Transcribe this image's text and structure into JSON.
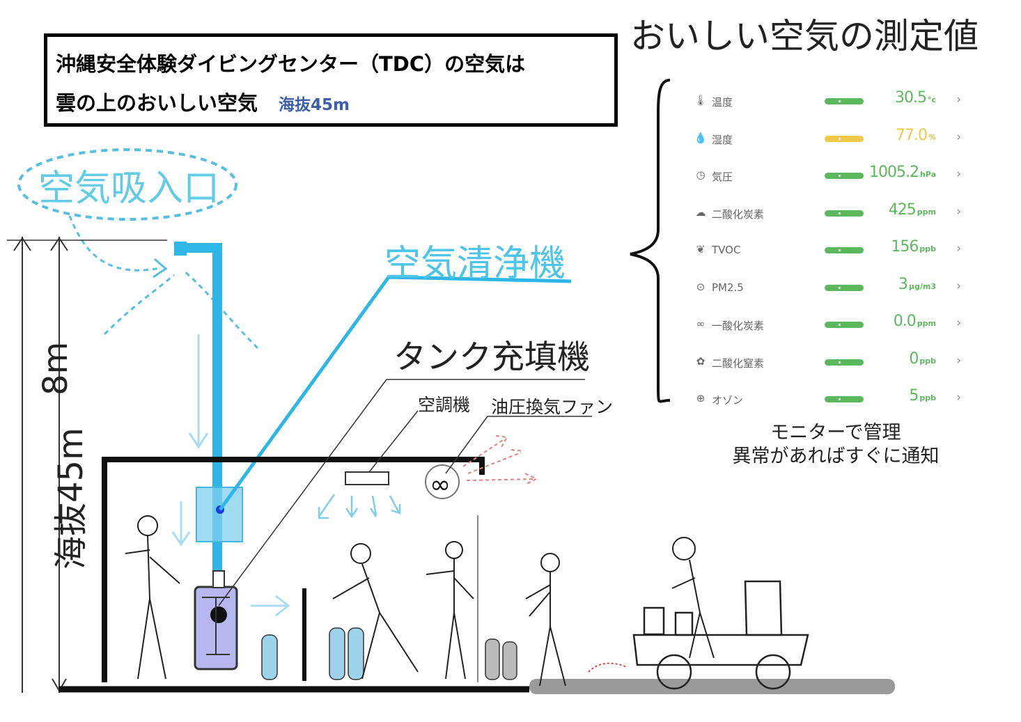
{
  "title": {
    "line1": "沖縄安全体験ダイビングセンター（TDC）の空気は",
    "line2": "雲の上のおいしい空気",
    "altitude_tag": "海抜45m"
  },
  "heading": "おいしい空気の測定値",
  "diagram": {
    "intake_label": "空気吸入口",
    "purifier_label": "空気清浄機",
    "tank_filler_label": "タンク充填機",
    "aircon_label": "空調機",
    "fan_label": "油圧換気ファン",
    "height_8m": "8m",
    "altitude_45m": "海抜45m"
  },
  "monitor": {
    "rows": [
      {
        "icon": "thermometer-icon",
        "glyph": "🌡",
        "label": "温度",
        "value": "30.5",
        "unit": "°c",
        "color": "#5cb85c"
      },
      {
        "icon": "water-drop-icon",
        "glyph": "💧",
        "label": "湿度",
        "value": "77.0",
        "unit": "%",
        "color": "#f0c84a"
      },
      {
        "icon": "gauge-icon",
        "glyph": "◷",
        "label": "気圧",
        "value": "1005.2",
        "unit": "hPa",
        "color": "#5cb85c"
      },
      {
        "icon": "cloud-icon",
        "glyph": "☁",
        "label": "二酸化炭素",
        "value": "425",
        "unit": "ppm",
        "color": "#5cb85c"
      },
      {
        "icon": "leaf-icon",
        "glyph": "❦",
        "label": "TVOC",
        "value": "156",
        "unit": "ppb",
        "color": "#5cb85c"
      },
      {
        "icon": "particles-icon",
        "glyph": "⊙",
        "label": "PM2.5",
        "value": "3",
        "unit": "µg/m3",
        "color": "#5cb85c"
      },
      {
        "icon": "molecule-icon",
        "glyph": "∞",
        "label": "一酸化炭素",
        "value": "0.0",
        "unit": "ppm",
        "color": "#5cb85c"
      },
      {
        "icon": "nitrogen-icon",
        "glyph": "✿",
        "label": "二酸化窒素",
        "value": "0",
        "unit": "ppb",
        "color": "#5cb85c"
      },
      {
        "icon": "globe-icon",
        "glyph": "⊕",
        "label": "オゾン",
        "value": "5",
        "unit": "ppb",
        "color": "#5cb85c"
      }
    ],
    "chevron": "›"
  },
  "note": {
    "line1": "モニターで管理",
    "line2": "異常があればすぐに通知"
  }
}
